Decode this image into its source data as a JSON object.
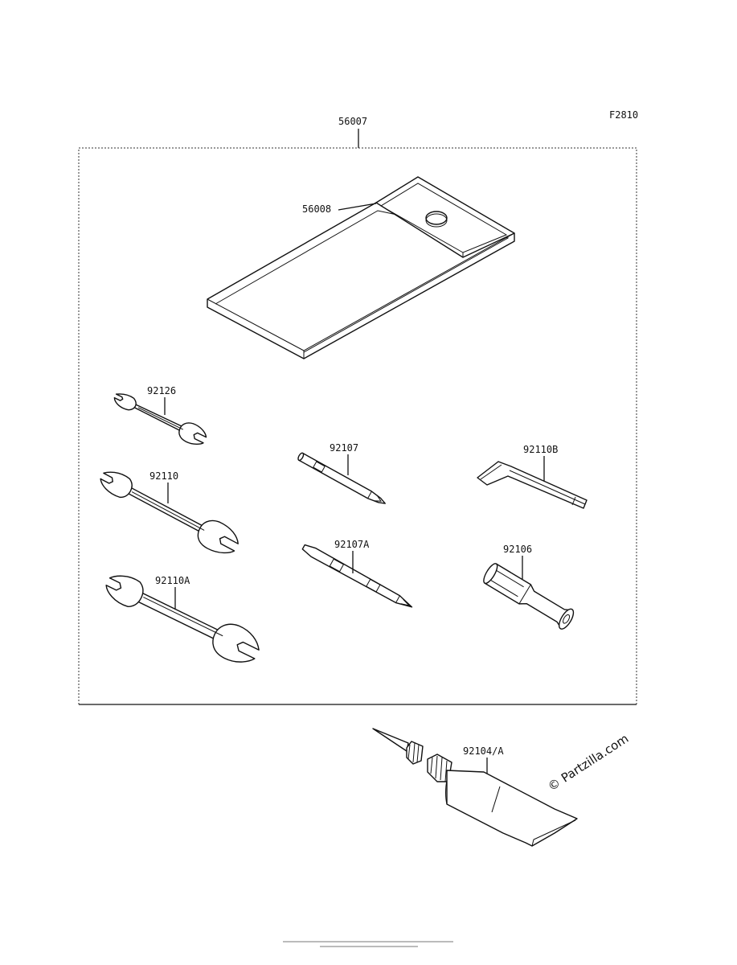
{
  "figure_code": "F2810",
  "kit_part": "56007",
  "parts": {
    "pouch": "56008",
    "wrench_small": "92126",
    "wrench_medium": "92110",
    "wrench_large": "92110A",
    "screwdriver_handle": "92107",
    "screwdriver_bit": "92107A",
    "hex_key": "92110B",
    "socket_tool": "92106",
    "sealant_tube": "92104/A"
  },
  "watermark": "© Partzilla.com",
  "icons": {
    "pouch": "tool-pouch-icon",
    "wrench": "open-end-wrench-icon",
    "screwdriver": "screwdriver-icon",
    "hex_key": "hex-key-icon",
    "socket": "socket-tool-icon",
    "tube": "sealant-tube-icon"
  },
  "colors": {
    "line": "#111111",
    "background": "#ffffff"
  }
}
